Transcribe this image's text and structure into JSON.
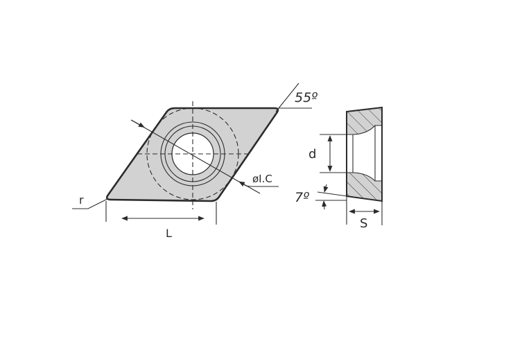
{
  "labels": {
    "angle_top": "55º",
    "inscribed_circle": "øI.C",
    "radius": "r",
    "length": "L",
    "hole_diameter": "d",
    "clearance_angle": "7º",
    "thickness": "S"
  },
  "colors": {
    "insert_fill": "#d2d2d2",
    "line": "#2b2b2b"
  }
}
